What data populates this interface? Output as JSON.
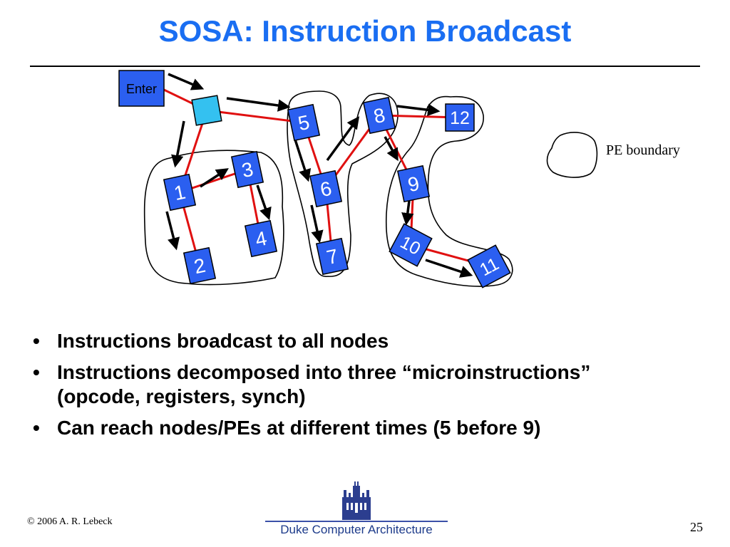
{
  "slide": {
    "title": "SOSA: Instruction Broadcast"
  },
  "diagram": {
    "enter_label": "Enter",
    "nodes": [
      "1",
      "2",
      "3",
      "4",
      "5",
      "6",
      "7",
      "8",
      "9",
      "10",
      "11",
      "12"
    ],
    "legend_label": "PE boundary",
    "colors": {
      "node_fill": "#2b5ff0",
      "router_fill": "#34c1f0",
      "link": "#e01010",
      "arrow": "#000000"
    }
  },
  "bullets": [
    "Instructions broadcast to all nodes",
    "Instructions decomposed into three “microinstructions” (opcode, registers, synch)",
    "Can reach nodes/PEs at different times (5 before 9)"
  ],
  "footer": {
    "copyright": "© 2006 A. R. Lebeck",
    "organization": "Duke Computer Architecture",
    "page_number": "25"
  }
}
